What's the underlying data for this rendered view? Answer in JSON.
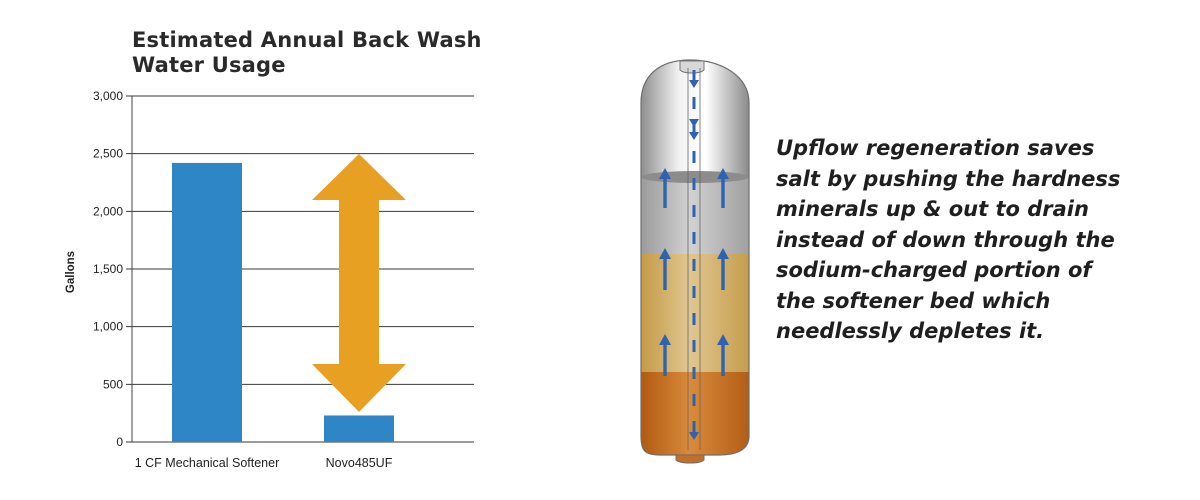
{
  "chart_data": {
    "type": "bar",
    "title": [
      "Estimated Annual Back Wash",
      "Water Usage"
    ],
    "ylabel": "Gallons",
    "xlabel": "",
    "categories": [
      "1 CF Mechanical Softener",
      "Novo485UF"
    ],
    "values": [
      2420,
      230
    ],
    "ylim": [
      0,
      3000
    ],
    "yticks": [
      0,
      500,
      1000,
      1500,
      2000,
      2500,
      3000
    ],
    "ytick_labels": [
      "0",
      "500",
      "1,000",
      "1,500",
      "2,000",
      "2,500",
      "3,000"
    ],
    "grid": true,
    "bar_color": "#2e86c7",
    "annotation": "double-headed orange arrow spanning from the Novo485UF bar up to the 2,500 level",
    "annotation_color": "#e8a023"
  },
  "illustration": {
    "type": "softener-tank-cross-section",
    "layer_colors": [
      "#c4c4c4",
      "#d6b878",
      "#c8742a"
    ],
    "arrow_color": "#2f63b0"
  },
  "side_text": [
    "Upflow regeneration saves",
    "salt by pushing the hardness",
    "minerals up & out to drain",
    "instead of down through the",
    "sodium-charged portion of",
    "the softener bed which",
    "needlessly depletes it."
  ]
}
